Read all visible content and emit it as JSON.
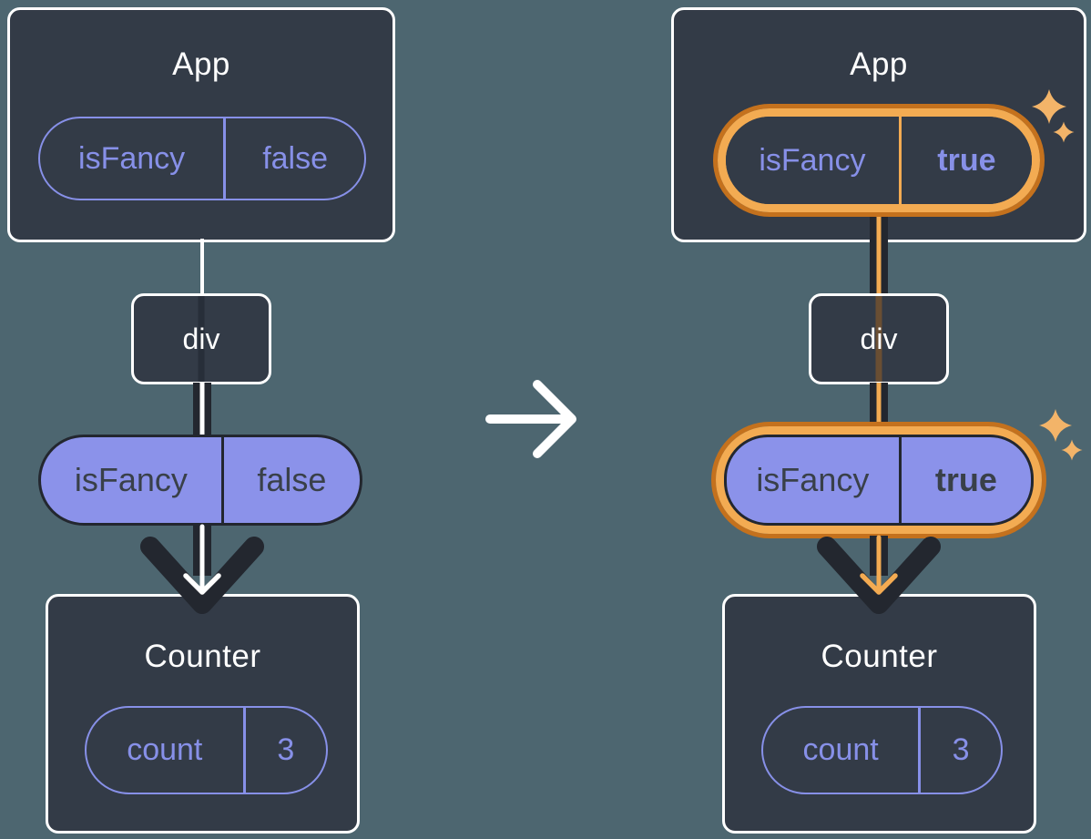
{
  "colors": {
    "background": "#4d6670",
    "card": "#333b47",
    "white": "#ffffff",
    "purple": "#8790e8",
    "purple_fill": "#8b92ea",
    "dark": "#23272f",
    "dark_text": "#394049",
    "orange": "#c4711d",
    "orange_light": "#f3ab52",
    "sparkle": "#f3b469"
  },
  "panels": {
    "before": {
      "app": {
        "title": "App",
        "prop_name": "isFancy",
        "prop_value": "false"
      },
      "container": {
        "label": "div"
      },
      "passed_prop": {
        "name": "isFancy",
        "value": "false"
      },
      "counter": {
        "title": "Counter",
        "state_name": "count",
        "state_value": "3"
      }
    },
    "after": {
      "app": {
        "title": "App",
        "prop_name": "isFancy",
        "prop_value": "true"
      },
      "container": {
        "label": "div"
      },
      "passed_prop": {
        "name": "isFancy",
        "value": "true"
      },
      "counter": {
        "title": "Counter",
        "state_name": "count",
        "state_value": "3"
      }
    }
  },
  "icons": {
    "transition": "right-arrow-icon",
    "prop_flow": "down-arrow-icon",
    "highlight": "sparkle-icon"
  }
}
